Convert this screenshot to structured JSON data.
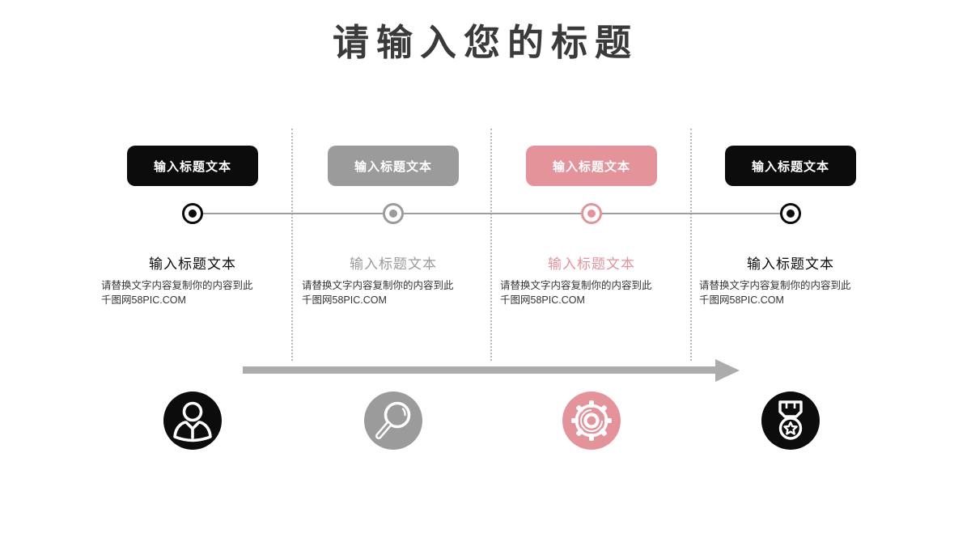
{
  "slide": {
    "title": "请输入您的标题"
  },
  "colors": {
    "black": "#0c0c0c",
    "gray": "#9b9b9b",
    "pink": "#e5939b",
    "timeline": "#9e9e9e",
    "arrow": "#acacac",
    "separator": "#b8b8b8",
    "title_text": "#3a3a3a",
    "body_text": "#333333"
  },
  "columns": [
    {
      "button_label": "输入标题文本",
      "heading": "输入标题文本",
      "body_line1": "请替换文字内容复制你的内容到此",
      "body_line2": "千图网58PIC.COM",
      "color": "#0c0c0c",
      "icon": "user-icon"
    },
    {
      "button_label": "输入标题文本",
      "heading": "输入标题文本",
      "body_line1": "请替换文字内容复制你的内容到此",
      "body_line2": "千图网58PIC.COM",
      "color": "#9b9b9b",
      "icon": "magnifier-icon"
    },
    {
      "button_label": "输入标题文本",
      "heading": "输入标题文本",
      "body_line1": "请替换文字内容复制你的内容到此",
      "body_line2": "千图网58PIC.COM",
      "color": "#e5939b",
      "icon": "gear-icon"
    },
    {
      "button_label": "输入标题文本",
      "heading": "输入标题文本",
      "body_line1": "请替换文字内容复制你的内容到此",
      "body_line2": "千图网58PIC.COM",
      "color": "#0c0c0c",
      "icon": "medal-icon"
    }
  ]
}
